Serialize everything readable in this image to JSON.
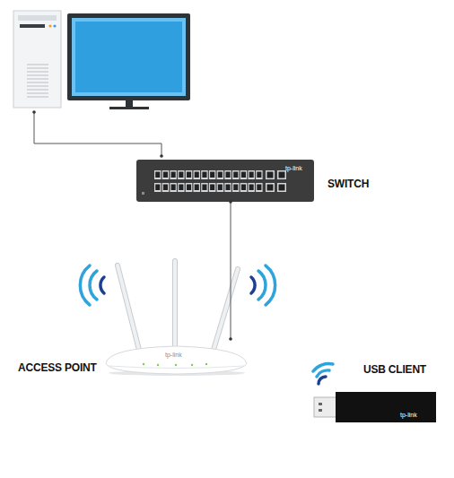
{
  "diagram": {
    "nodes": [
      {
        "text": [
          "tp-link",
          "SWITCH"
        ]
      },
      {
        "text": [
          "tp-link",
          "ACCESS POINT"
        ]
      },
      {
        "text": [
          "tp-link",
          "USB CLIENT"
        ]
      }
    ],
    "edges": [
      {
        "from": 0,
        "to": 1,
        "arrow": "none"
      }
    ]
  }
}
